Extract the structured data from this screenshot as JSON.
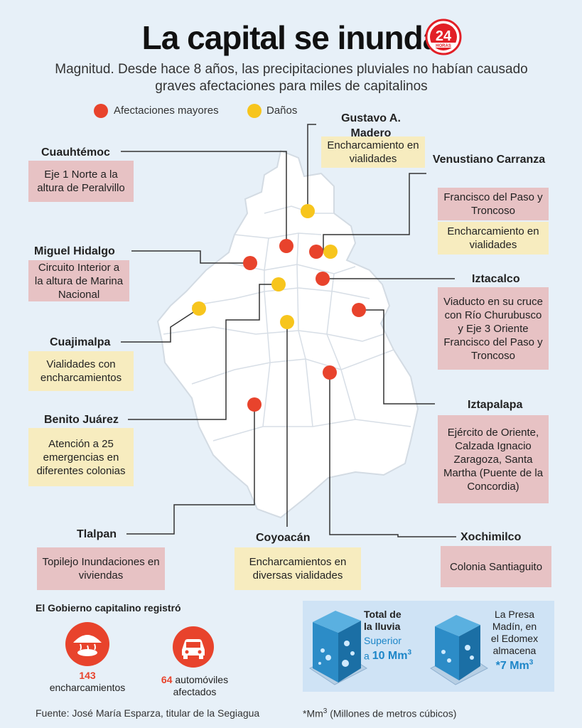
{
  "title": "La capital se inunda",
  "logo_text": "24 HORAS",
  "subtitle": "Magnitud. Desde hace 8 años, las precipitaciones pluviales no habían causado graves afectaciones para miles de capitalinos",
  "legend": {
    "major": "Afectaciones mayores",
    "damage": "Daños",
    "colors": {
      "major": "#e8432c",
      "damage": "#f7c51d"
    }
  },
  "areas": {
    "gam": {
      "name": "Gustavo A. Madero",
      "items": [
        "Encharcamiento en vialidades"
      ]
    },
    "cuauhtemoc": {
      "name": "Cuauhtémoc",
      "items": [
        "Eje 1 Norte a la altura de Peralvillo"
      ]
    },
    "vc": {
      "name": "Venustiano Carranza",
      "items": [
        "Francisco del Paso y Troncoso",
        "Encharcamiento en vialidades"
      ]
    },
    "mh": {
      "name": "Miguel Hidalgo",
      "items": [
        "Circuito Interior a la altura de Marina Nacional"
      ]
    },
    "iztacalco": {
      "name": "Iztacalco",
      "items": [
        "Viaducto en su cruce con Río Churubusco y Eje 3 Oriente Francisco del Paso y Troncoso"
      ]
    },
    "cuajimalpa": {
      "name": "Cuajimalpa",
      "items": [
        "Vialidades con encharcamientos"
      ]
    },
    "iztapalapa": {
      "name": "Iztapalapa",
      "items": [
        "Ejército de Oriente, Calzada Ignacio Zaragoza, Santa Martha (Puente de la Concordia)"
      ]
    },
    "bj": {
      "name": "Benito Juárez",
      "items": [
        "Atención a 25 emergencias en diferentes colonias"
      ]
    },
    "tlalpan": {
      "name": "Tlalpan",
      "items": [
        "Topilejo Inundaciones en viviendas"
      ]
    },
    "coyoacan": {
      "name": "Coyoacán",
      "items": [
        "Encharcamientos en diversas vialidades"
      ]
    },
    "xochimilco": {
      "name": "Xochimilco",
      "items": [
        "Colonia Santiaguito"
      ]
    }
  },
  "bottom": {
    "heading": "El Gobierno capitalino registró",
    "stat1": {
      "number": "143",
      "label": "encharcamientos"
    },
    "stat2": {
      "number": "64",
      "label": "automóviles",
      "label2": "afectados"
    },
    "water1": {
      "title1": "Total de",
      "title2": "la lluvia",
      "line1": "Superior",
      "prefix": "a",
      "value": "10 Mm",
      "sup": "3"
    },
    "water2": {
      "l1": "La Presa",
      "l2": "Madín, en",
      "l3": "el Edomex",
      "l4": "almacena",
      "value": "*7 Mm",
      "sup": "3"
    }
  },
  "source": "Fuente: José María Esparza, titular de la Segiagua",
  "note_prefix": "*Mm",
  "note_sup": "3",
  "note_suffix": " (Millones de metros cúbicos)"
}
